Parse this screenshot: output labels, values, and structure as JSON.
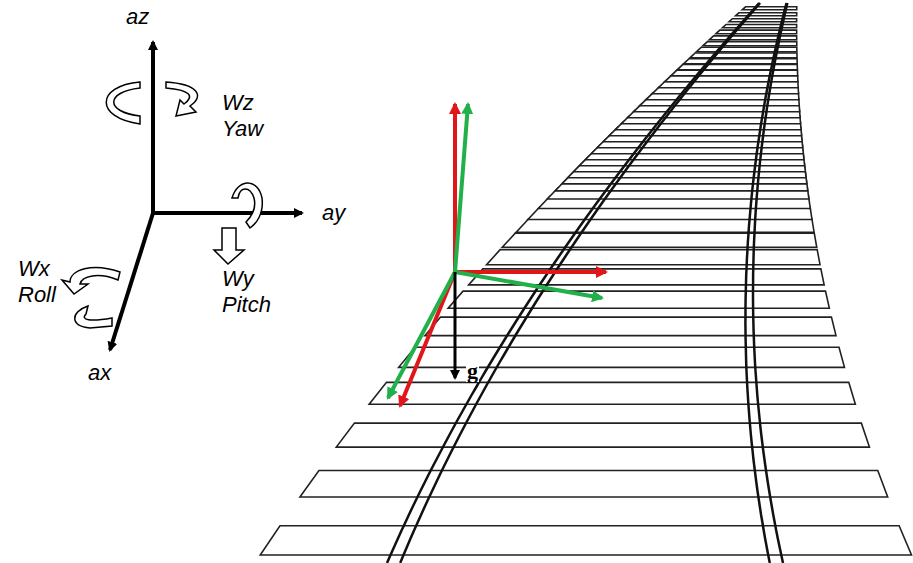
{
  "diagram": {
    "labels": [
      "az",
      "Wz",
      "Yaw",
      "ay",
      "Wx",
      "Roll",
      "Wy",
      "Pitch",
      "ax",
      "g"
    ]
  }
}
